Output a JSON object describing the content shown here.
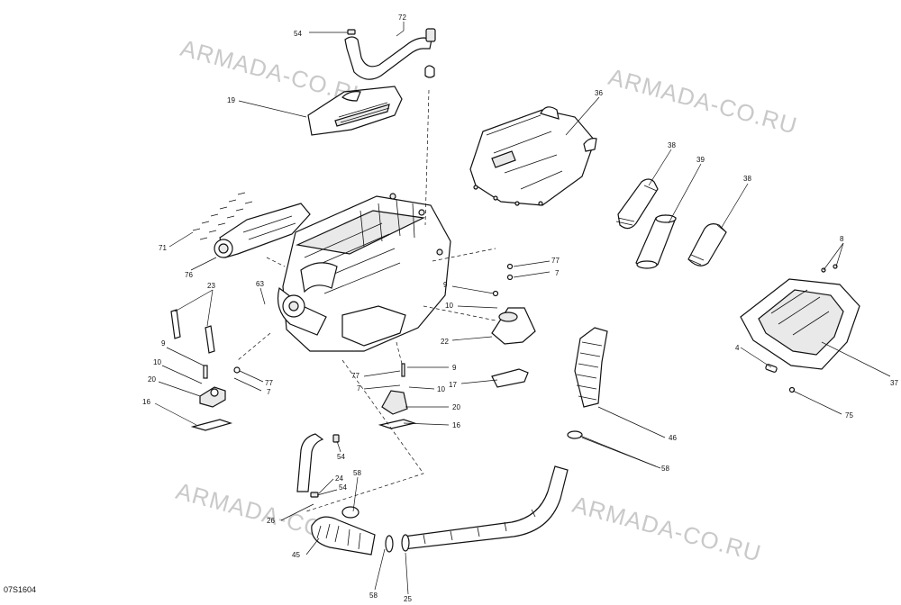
{
  "diagram": {
    "watermarks": [
      "ARMADA-CO.RU",
      "ARMADA-CO.RU",
      "ARMADA-CO.RU",
      "ARMADA-CO.RU"
    ],
    "drawing_code": "07S1604",
    "callouts": {
      "c54a": "54",
      "c72": "72",
      "c19": "19",
      "c36": "36",
      "c38a": "38",
      "c39": "39",
      "c38b": "38",
      "c8": "8",
      "c71": "71",
      "c76": "76",
      "c23": "23",
      "c63": "63",
      "c77a": "77",
      "c7a": "7",
      "c9a": "9",
      "c10a": "10",
      "c22": "22",
      "c9b": "9",
      "c10b": "10",
      "c20a": "20",
      "c77b": "77",
      "c7b": "7",
      "c16a": "16",
      "c77c": "77",
      "c7c": "7",
      "c9c": "9",
      "c17": "17",
      "c10c": "10",
      "c20b": "20",
      "c16b": "16",
      "c4": "4",
      "c37": "37",
      "c75": "75",
      "c46": "46",
      "c54b": "54",
      "c24": "24",
      "c54c": "54",
      "c58a": "58",
      "c26": "26",
      "c58b": "58",
      "c45": "45",
      "c58c": "58",
      "c25": "25"
    }
  }
}
